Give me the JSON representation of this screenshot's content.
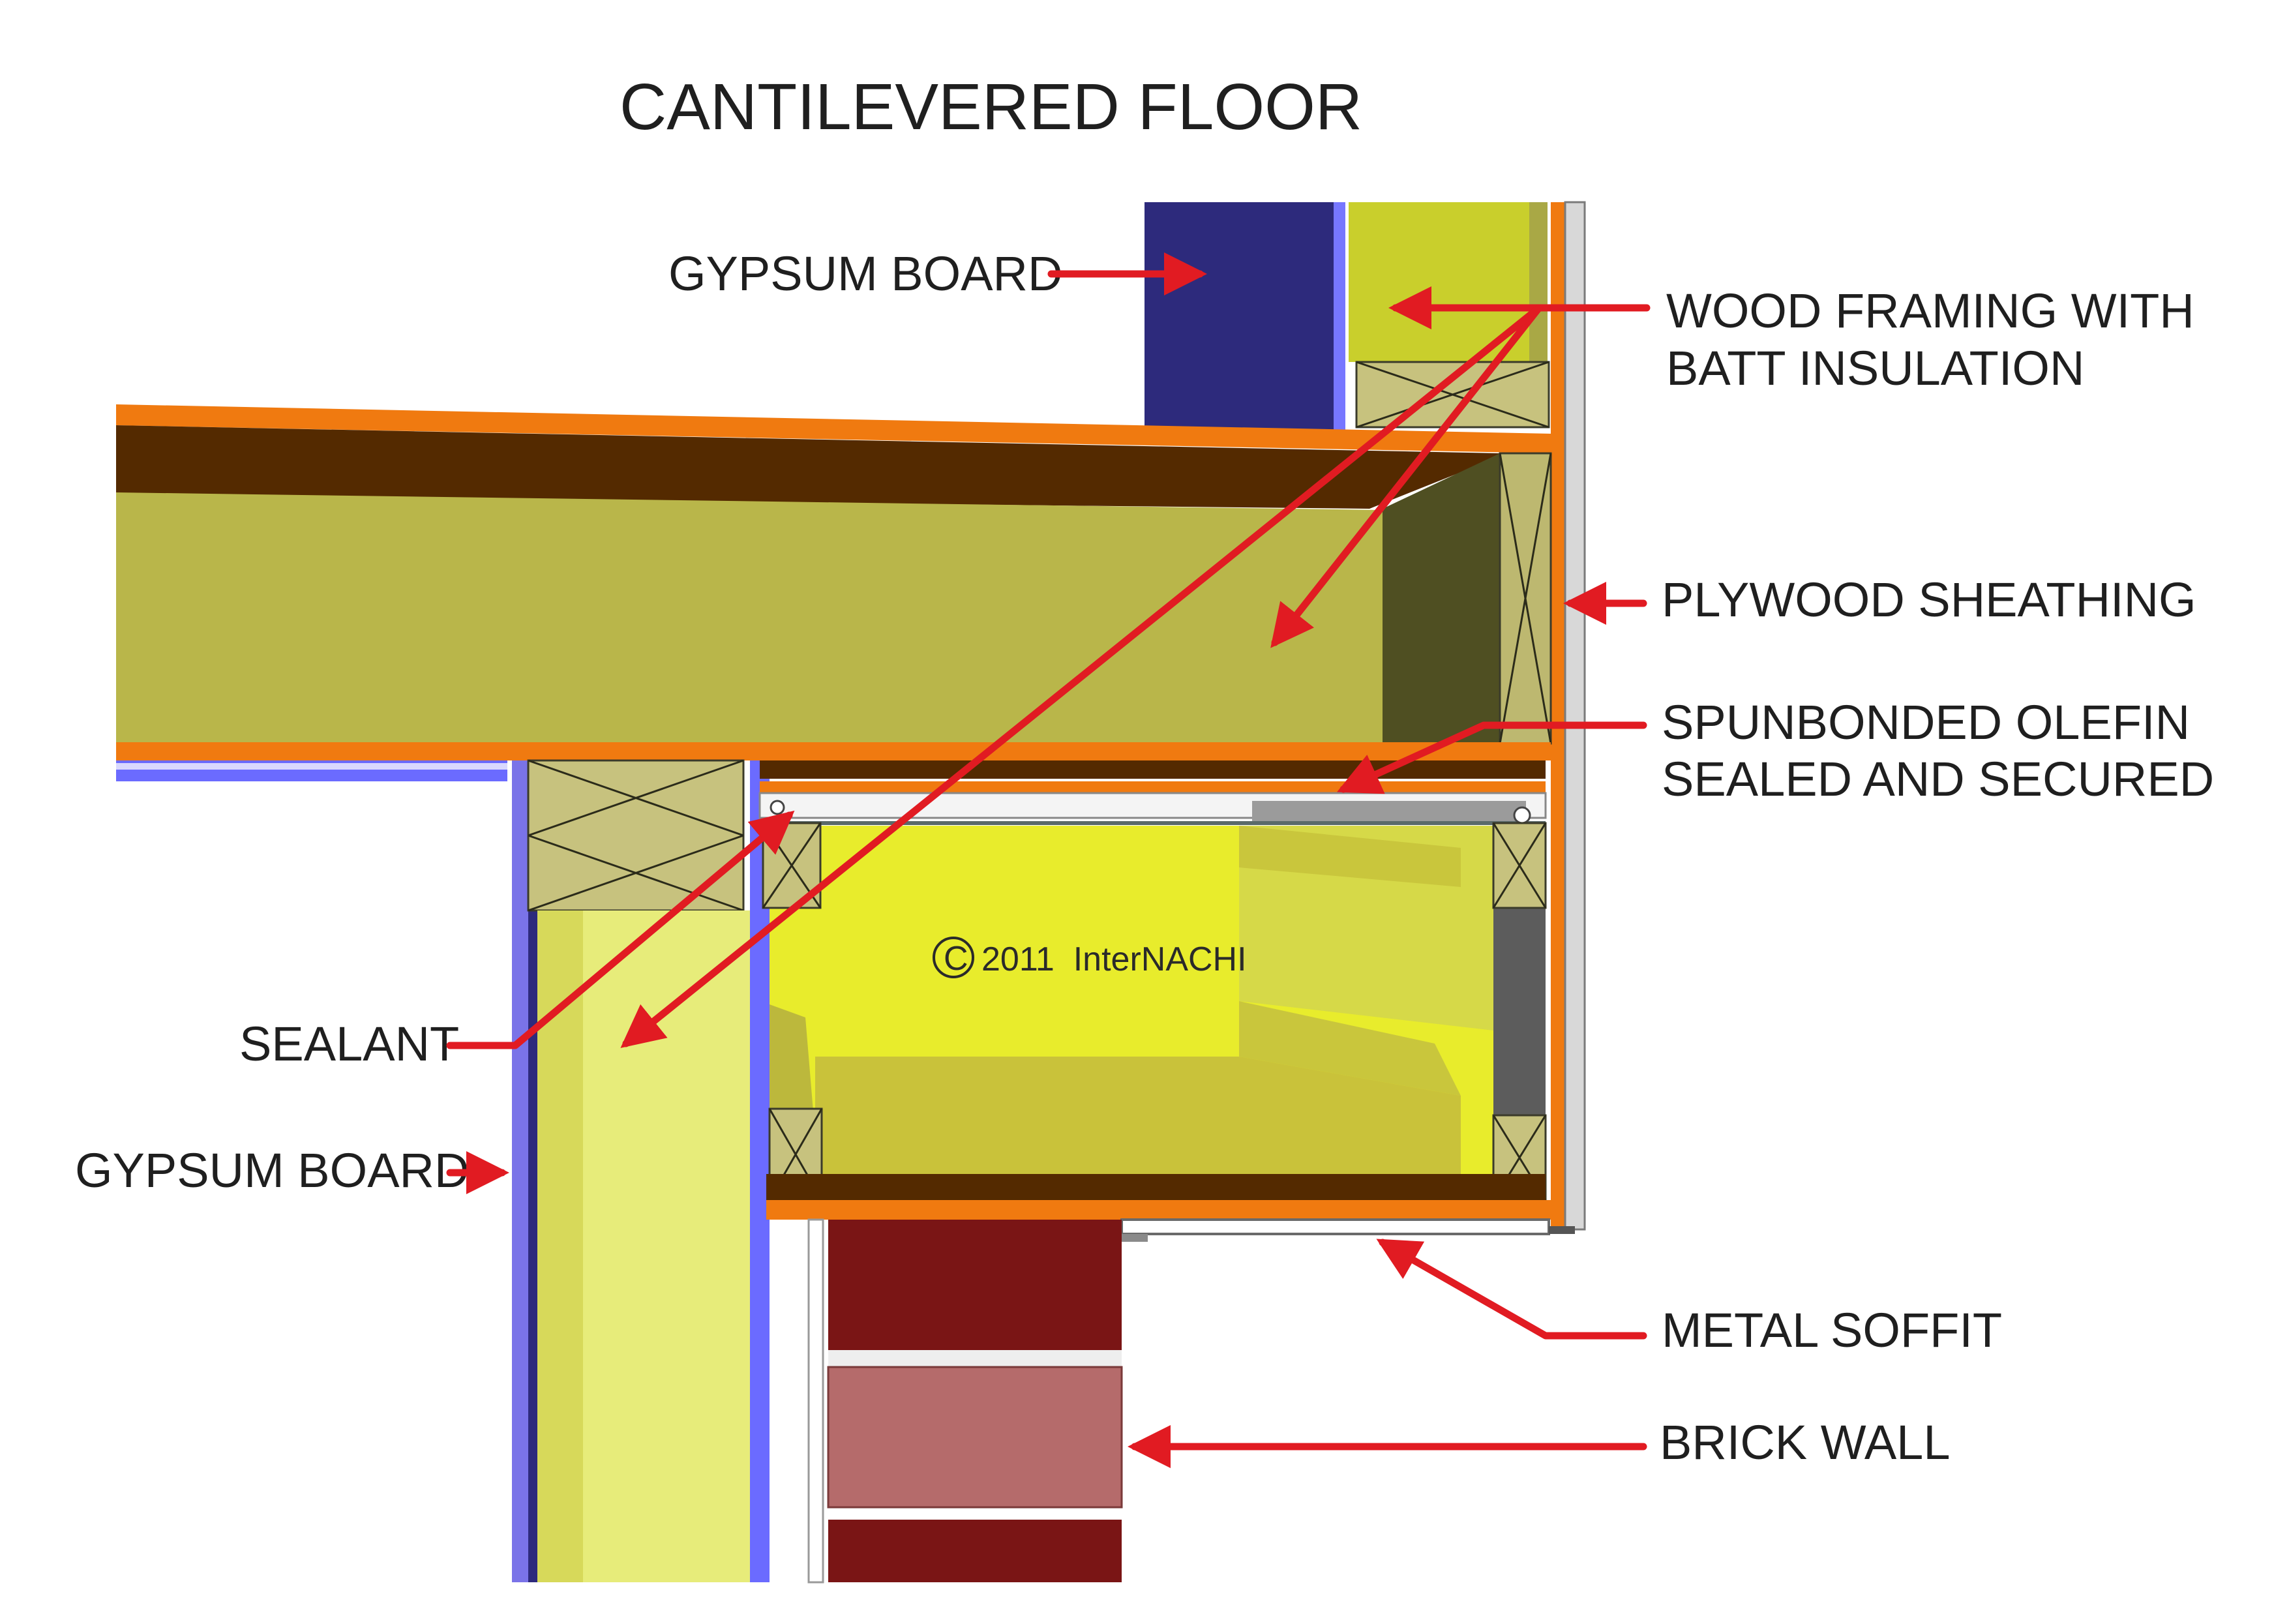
{
  "title": "CANTILEVERED FLOOR",
  "copyright": "2011  InterNACHI",
  "copyright_symbol": "©",
  "labels": {
    "gypsum_top": "GYPSUM BOARD",
    "wood_framing_1": "WOOD FRAMING WITH",
    "wood_framing_2": "BATT INSULATION",
    "plywood": "PLYWOOD SHEATHING",
    "olefin_1": "SPUNBONDED OLEFIN",
    "olefin_2": "SEALED AND SECURED",
    "sealant": "SEALANT",
    "gypsum_bottom": "GYPSUM BOARD",
    "soffit": "METAL SOFFIT",
    "brick": "BRICK WALL"
  },
  "colors": {
    "arrow": "#e11b22",
    "gypsum": "#2d2a7c",
    "gypsum_edge": "#6b6bff",
    "sheathing": "#f07a10",
    "joist_top": "#542a00",
    "batt": "#b9b64a",
    "batt_bright": "#e8ec2c",
    "brick_dark": "#7a1515",
    "brick_light": "#b56b6b",
    "stud_block": "#c8c47c"
  }
}
